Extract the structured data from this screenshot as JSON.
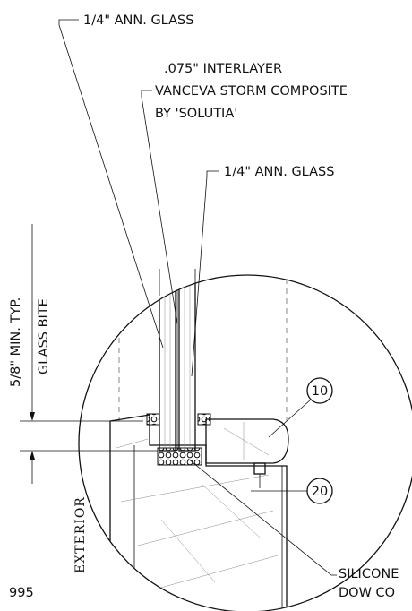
{
  "labels": {
    "outer_glass": "1/4\" ANN. GLASS",
    "interlayer_1": ".075\" INTERLAYER",
    "interlayer_2": "VANCEVA STORM COMPOSITE",
    "interlayer_3": "BY 'SOLUTIA'",
    "inner_glass": "1/4\" ANN. GLASS",
    "bite_1": "5/8\" MIN. TYP.",
    "bite_2": "GLASS BITE",
    "exterior": "EXTERIOR",
    "silicone_1": "SILICONE",
    "silicone_2": "DOW CO",
    "drawing_number": "995"
  },
  "callouts": {
    "c1": "10",
    "c2": "20"
  }
}
